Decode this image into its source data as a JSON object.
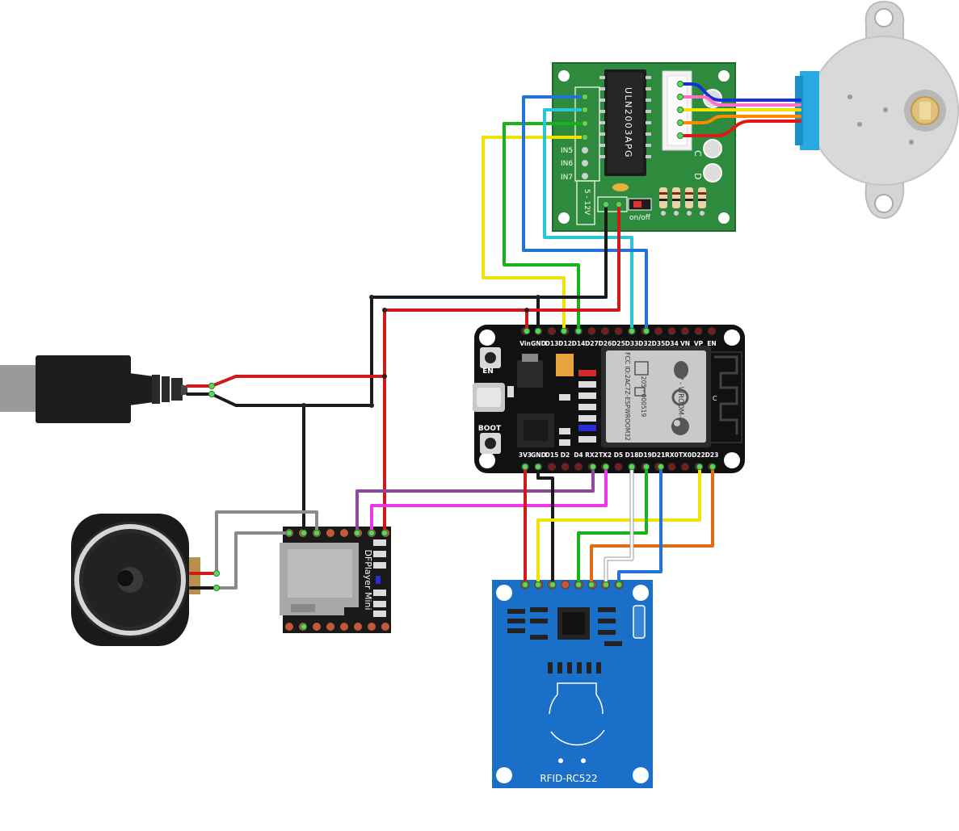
{
  "uln": {
    "chip_label": "ULN2003APG",
    "inputs": [
      "IN5",
      "IN6",
      "IN7"
    ],
    "voltage": "5 - 12V",
    "switch_label": "on/off",
    "led_labels": [
      "C",
      "D"
    ]
  },
  "esp32": {
    "top_pins": [
      "Vin",
      "GND",
      "D13",
      "D12",
      "D14",
      "D27",
      "D26",
      "D25",
      "D33",
      "D32",
      "D35",
      "D34",
      "VN",
      "VP",
      "EN"
    ],
    "bottom_pins": [
      "3V3",
      "GND",
      "D15",
      "D2",
      "D4",
      "RX2",
      "TX2",
      "D5",
      "D18",
      "D19",
      "D21",
      "RX0",
      "TX0",
      "D22",
      "D23"
    ],
    "btn_en": "EN",
    "btn_boot": "BOOT",
    "module_name": "ESP - WROOM-32",
    "fcc": "FCC ID:2AC7Z-ESPWROOM32",
    "cert": "205 - 000519",
    "mark": "C"
  },
  "dfplayer": {
    "label": "DFPlayer Mini"
  },
  "rfid": {
    "label": "RFID-RC522"
  },
  "colors": {
    "esp_board": "#111111",
    "uln_board": "#2e8b3e",
    "rfid_board": "#1a6fc9",
    "wire_red": "#d11919",
    "wire_black": "#1a1a1a",
    "wire_yellow": "#f2e200",
    "wire_green": "#17b31b",
    "wire_cyan": "#29c7d6",
    "wire_blue": "#2474d8",
    "wire_purple": "#8e4b9e",
    "wire_magenta": "#ee36e8",
    "wire_gray": "#8a8a8a",
    "wire_white": "#e8e8e8",
    "wire_orange": "#e36b13"
  }
}
